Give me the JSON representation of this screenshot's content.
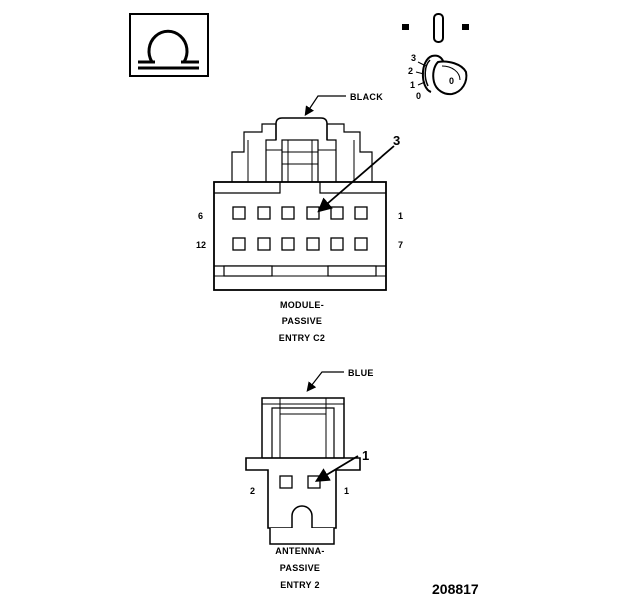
{
  "ohm_symbol": "Ω",
  "key_switch": {
    "positions": [
      "3",
      "2",
      "1",
      "0"
    ],
    "key_label": "0"
  },
  "module_connector": {
    "color_label": "BLACK",
    "callout": "3",
    "pins": {
      "top_left": "6",
      "top_right": "1",
      "bottom_left": "12",
      "bottom_right": "7"
    },
    "title_lines": [
      "MODULE-",
      "PASSIVE",
      "ENTRY C2"
    ]
  },
  "antenna_connector": {
    "color_label": "BLUE",
    "callout": "1",
    "pins": {
      "left": "2",
      "right": "1"
    },
    "title_lines": [
      "ANTENNA-",
      "PASSIVE",
      "ENTRY 2"
    ]
  },
  "figure_number": "208817",
  "icons": [
    "ohmmeter-icon",
    "ignition-key-icon"
  ]
}
